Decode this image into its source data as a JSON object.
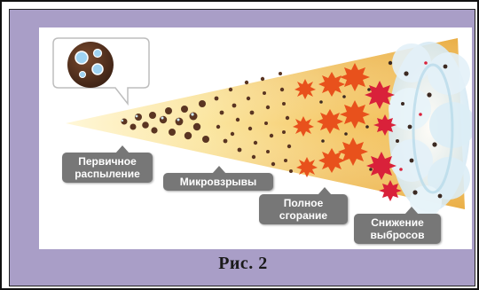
{
  "figure": {
    "stages": [
      {
        "label": "Первичное распыление"
      },
      {
        "label": "Микровзрывы"
      },
      {
        "label": "Полное сгорание"
      },
      {
        "label": "Снижение выбросов"
      }
    ],
    "caption": "Рис.  2"
  },
  "colors": {
    "panel_background": "#a99ec7",
    "cone_base": "#f6d26c",
    "droplet": "#5a3522",
    "flame": "#e8511c",
    "label_background": "#777777"
  },
  "icons": [
    "water-in-fuel-droplet-icon",
    "flame-burst-icon",
    "exhaust-cloud-icon"
  ]
}
